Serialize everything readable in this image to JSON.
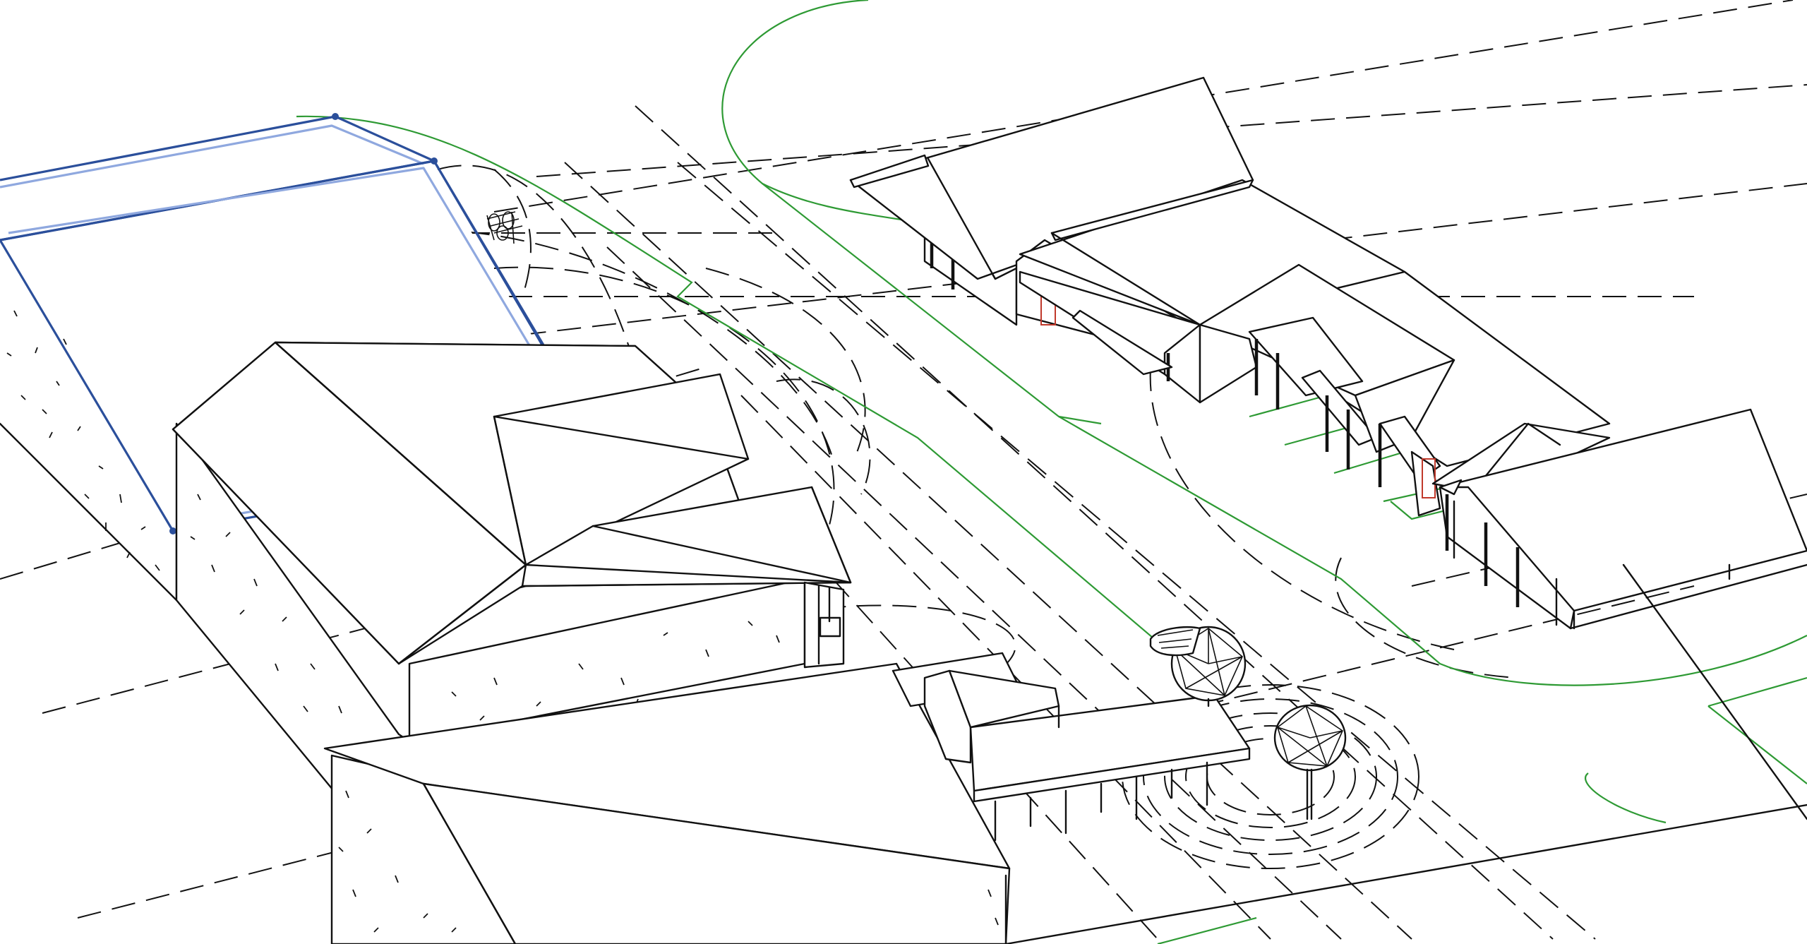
{
  "view": {
    "type": "3D isometric CAD/BIM model view",
    "style": "hidden line, white background",
    "selection_color": "#2b4f9b",
    "selection_highlight_color": "#8fa8df",
    "property_line_color": "#2e9a34",
    "detail_accent_color": "#c0392b",
    "line_color": "#111111"
  },
  "objects": [
    {
      "name": "selected-building",
      "selected": true
    },
    {
      "name": "hip-roof-building",
      "selected": false
    },
    {
      "name": "front-gable-building",
      "selected": false
    },
    {
      "name": "carport-canopy",
      "selected": false
    },
    {
      "name": "strip-building-gable-roofs",
      "selected": false
    },
    {
      "name": "tree-1",
      "selected": false
    },
    {
      "name": "tree-2",
      "selected": false
    },
    {
      "name": "parked-car",
      "selected": false
    },
    {
      "name": "bicycle-rack",
      "selected": false
    }
  ]
}
